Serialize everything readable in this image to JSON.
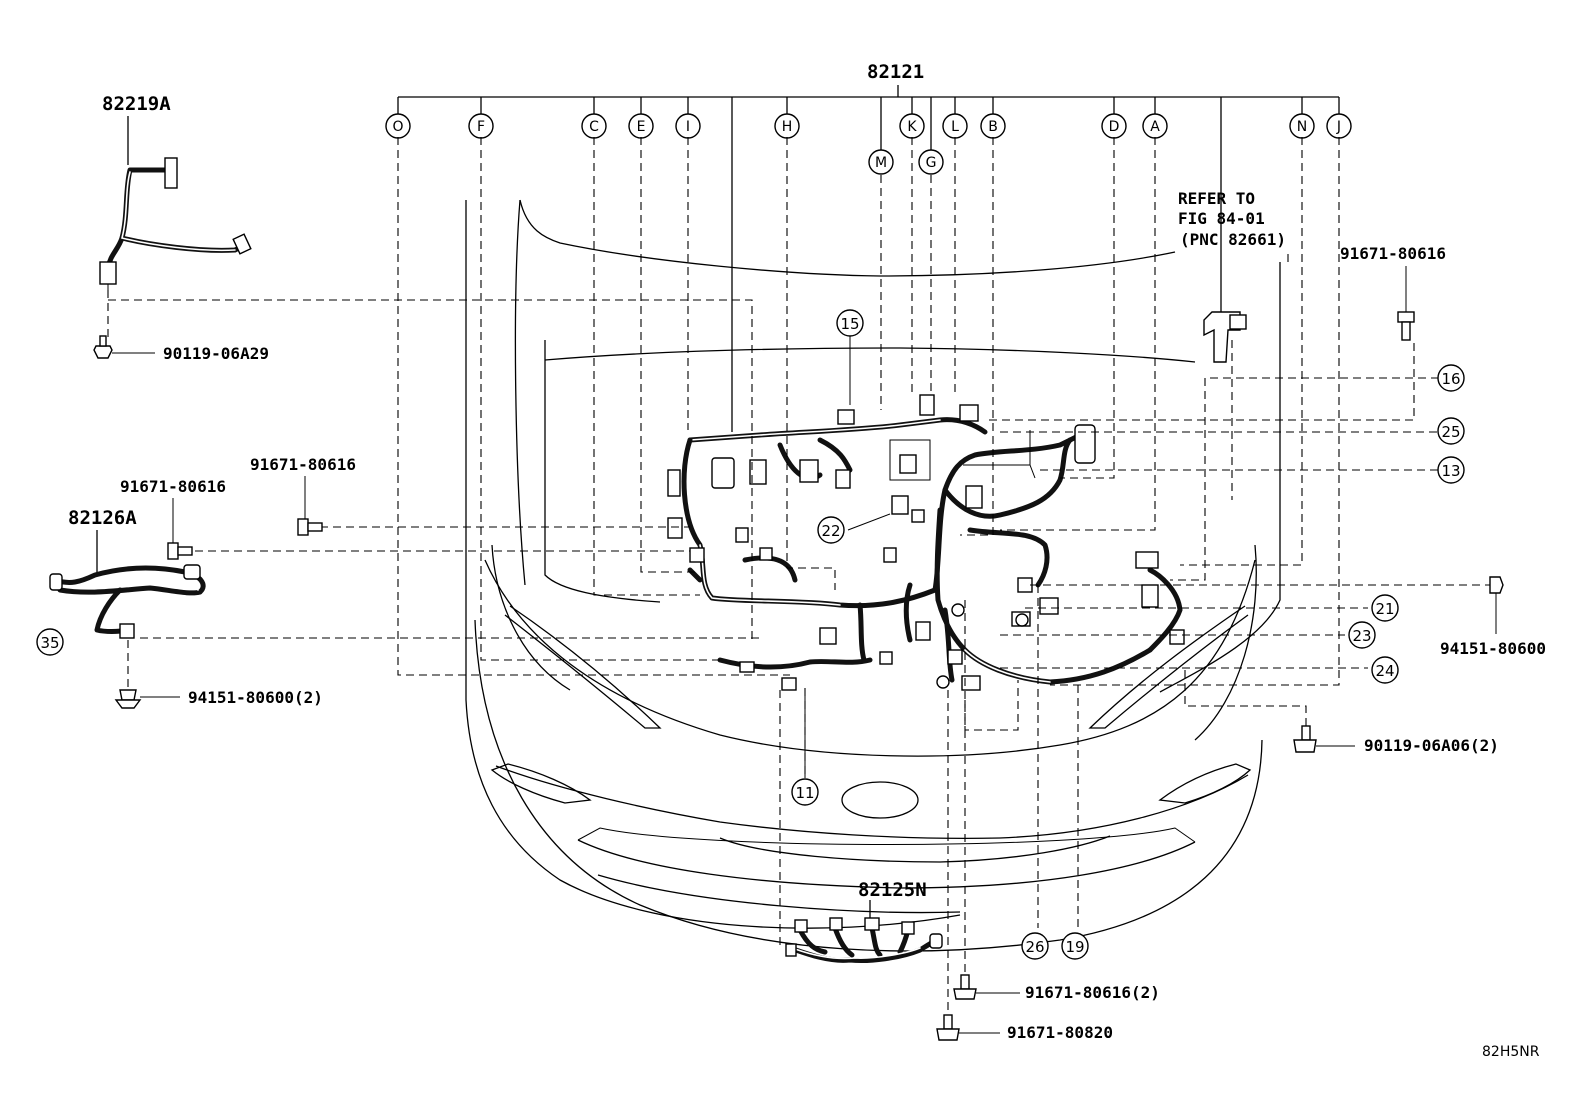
{
  "main_part": "82121",
  "letters": [
    "O",
    "F",
    "C",
    "E",
    "I",
    "H",
    "M",
    "K",
    "G",
    "L",
    "B",
    "D",
    "A",
    "N",
    "J"
  ],
  "callouts": [
    "15",
    "16",
    "25",
    "13",
    "22",
    "21",
    "23",
    "24",
    "11",
    "26",
    "19",
    "35"
  ],
  "parts": {
    "p82219A": "82219A",
    "p90119_06A29": "90119-06A29",
    "p91671_80616_a": "91671-80616",
    "p91671_80616_b": "91671-80616",
    "p82126A": "82126A",
    "p94151_80600_2": "94151-80600(2)",
    "p91671_80616_right": "91671-80616",
    "p94151_80600": "94151-80600",
    "p90119_06A06_2": "90119-06A06(2)",
    "p82125N": "82125N",
    "p91671_80616_2": "91671-80616(2)",
    "p91671_80820": "91671-80820"
  },
  "refer": {
    "line1": "REFER TO",
    "line2": "FIG 84-01",
    "line3": "(PNC 82661)"
  },
  "figure_code": "82H5NR"
}
